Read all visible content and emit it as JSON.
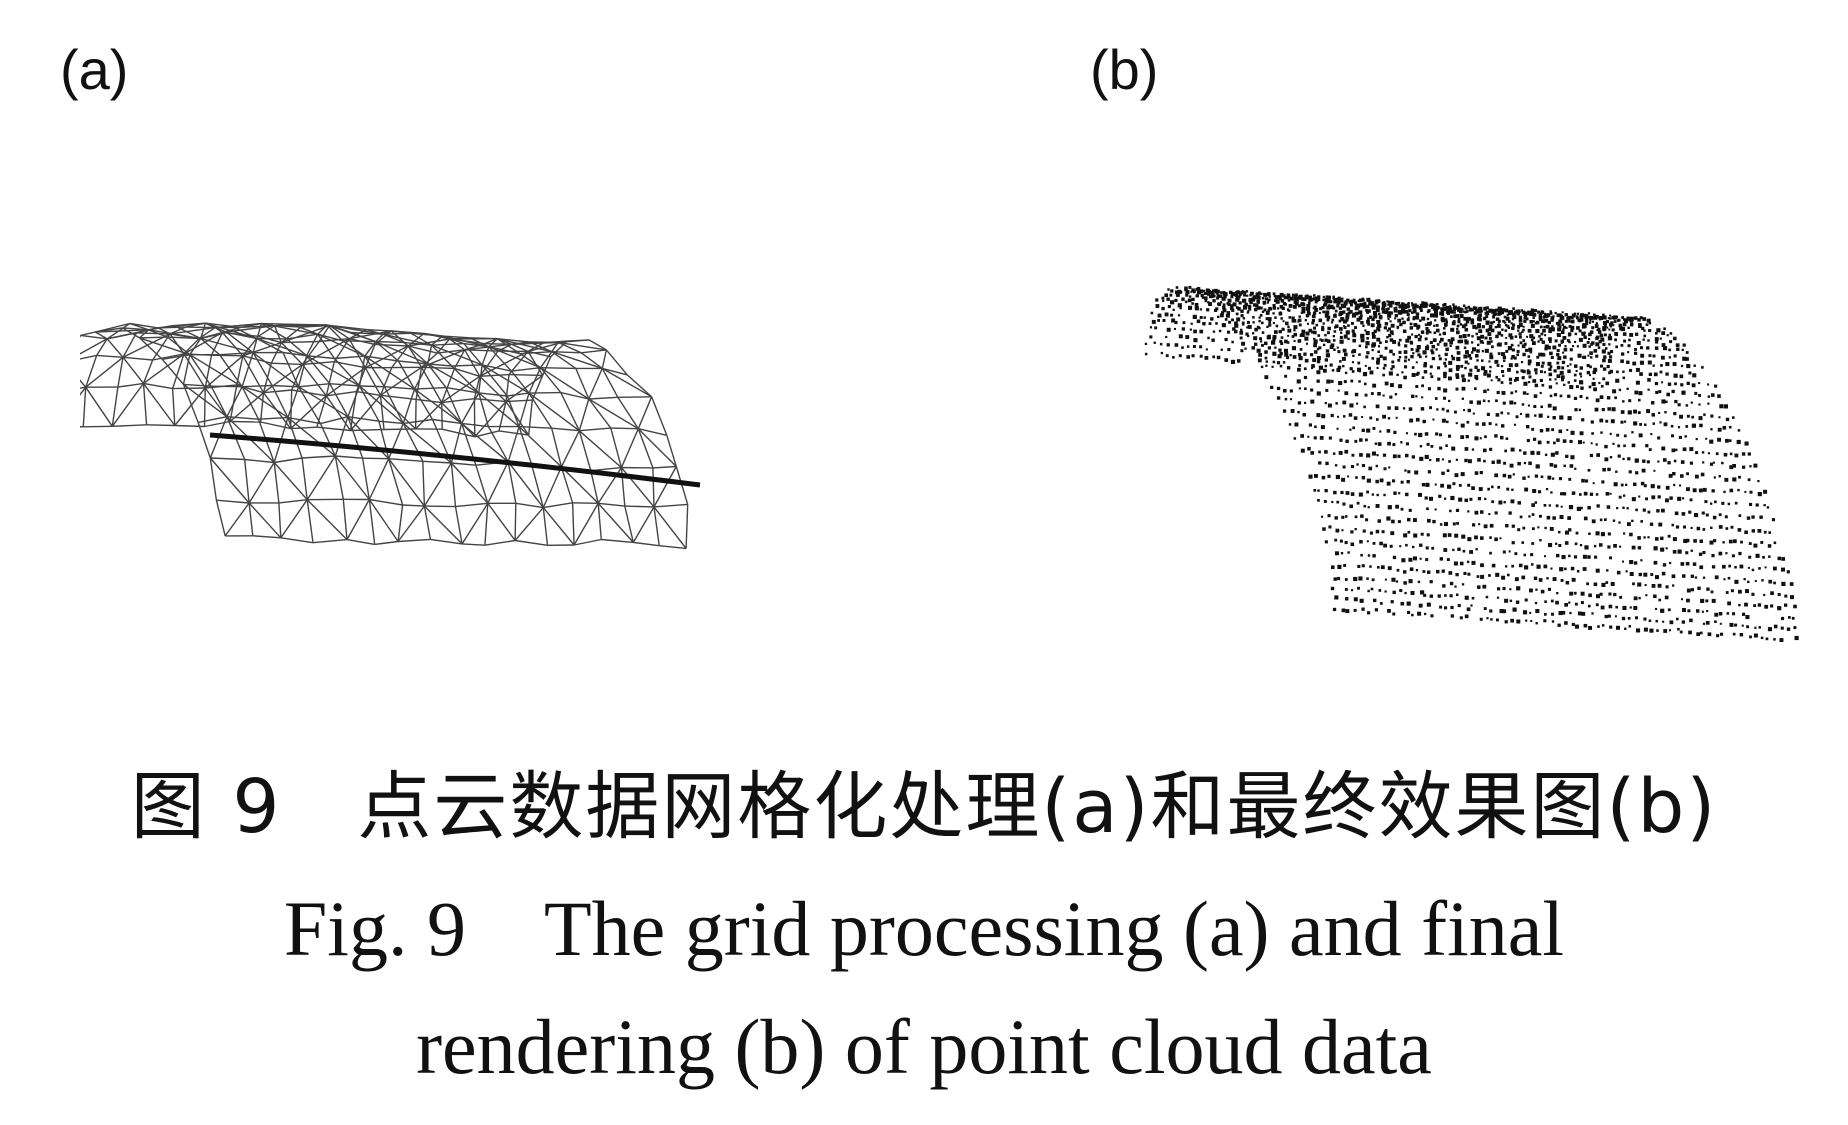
{
  "panels": {
    "a": {
      "label": "(a)",
      "icon": "wireframe-mesh-icon",
      "line_color": "#444444"
    },
    "b": {
      "label": "(b)",
      "icon": "point-cloud-icon",
      "point_color": "#111111"
    }
  },
  "caption": {
    "zh": "图 9　点云数据网格化处理(a)和最终效果图(b)",
    "en_line1": "Fig. 9　The grid processing (a) and final",
    "en_line2": "rendering (b) of point cloud data"
  }
}
